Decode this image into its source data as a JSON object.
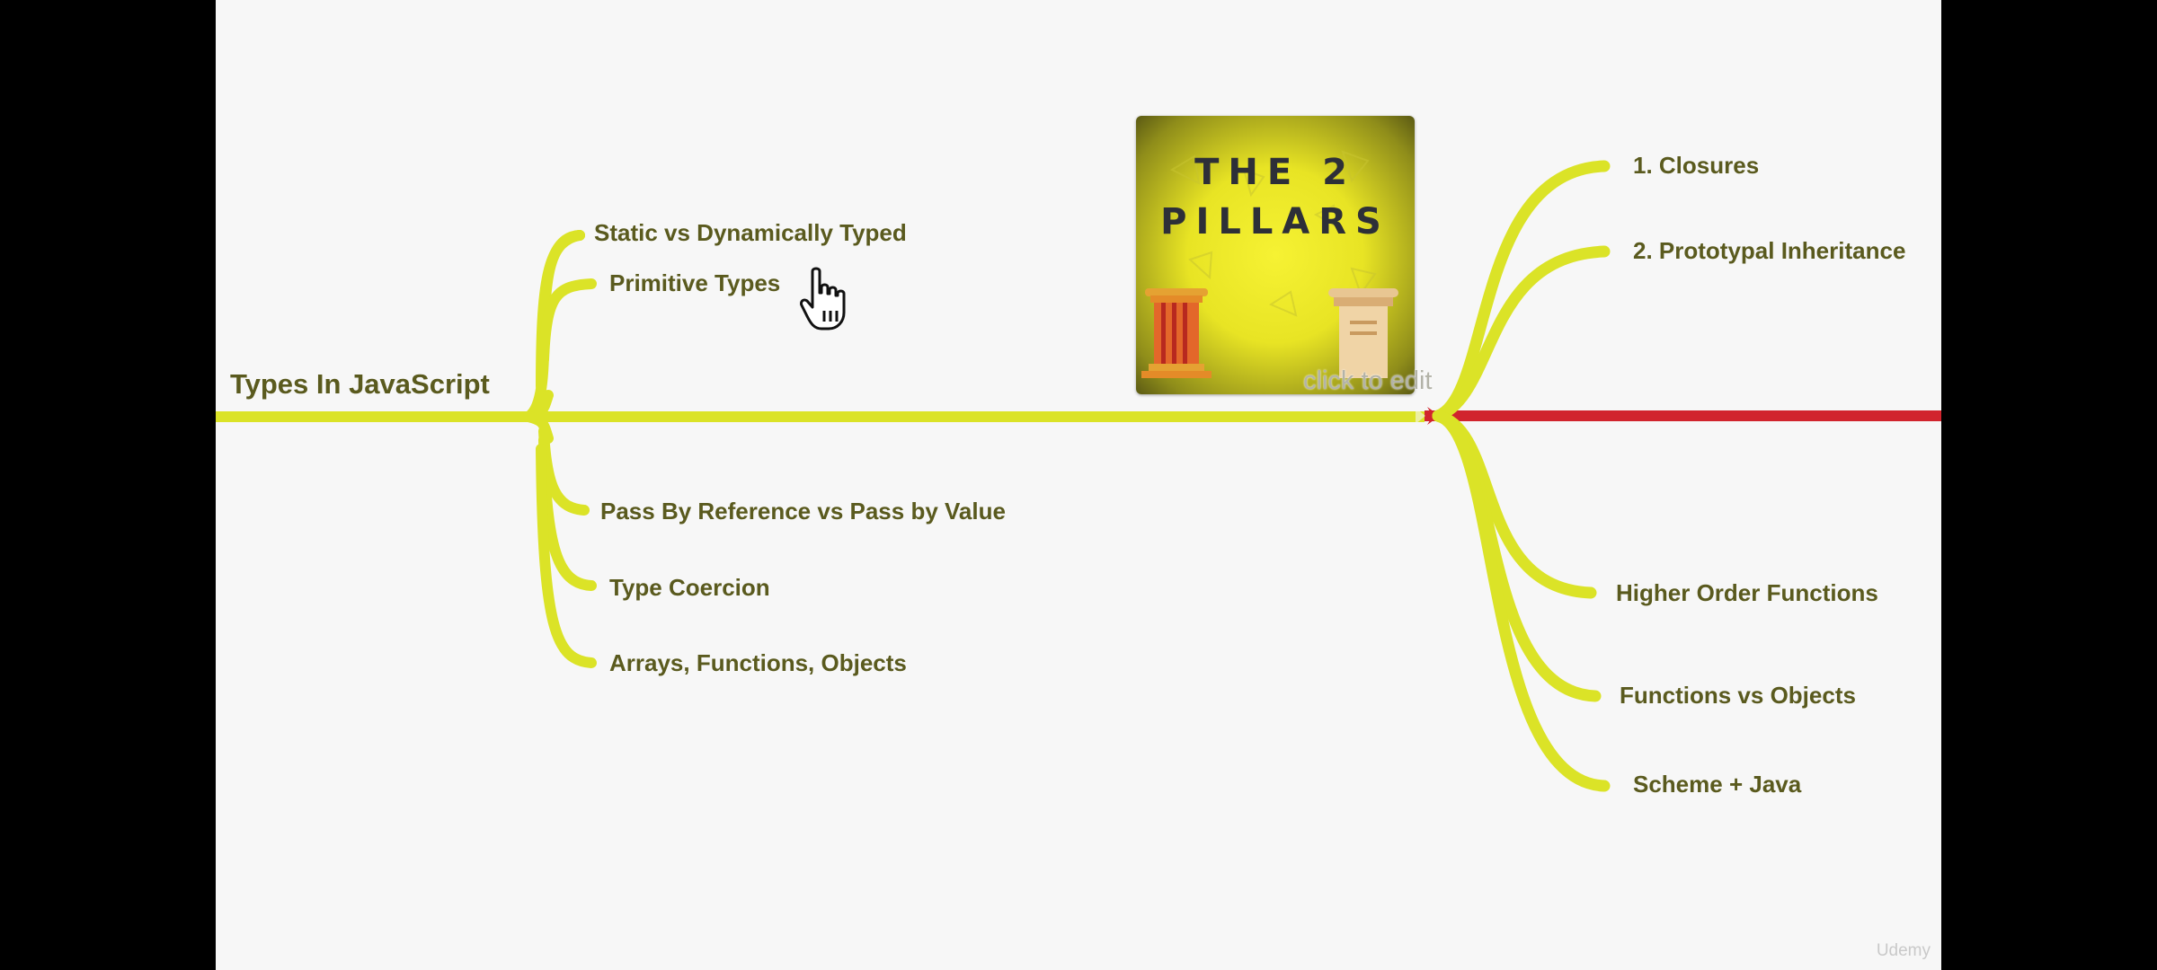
{
  "mindmap": {
    "root_label": "Types In JavaScript",
    "left_items": [
      "Static vs Dynamically Typed",
      "Primitive Types",
      "Pass By Reference vs Pass by Value",
      "Type Coercion",
      "Arrays, Functions, Objects"
    ],
    "right_items": [
      "1. Closures",
      "2. Prototypal Inheritance",
      "Higher Order Functions",
      "Functions vs Objects",
      "Scheme + Java"
    ],
    "image_title_line1": "THE 2",
    "image_title_line2": "PILLARS",
    "image_hint": "click to edit"
  },
  "watermark": "Udemy",
  "colors": {
    "branch": "#dbe327",
    "branch_highlight": "#d1242d",
    "text": "#5a5a1e",
    "background": "#f7f7f7"
  },
  "icons": [
    "hand-pointer-icon",
    "pillar-icon"
  ]
}
